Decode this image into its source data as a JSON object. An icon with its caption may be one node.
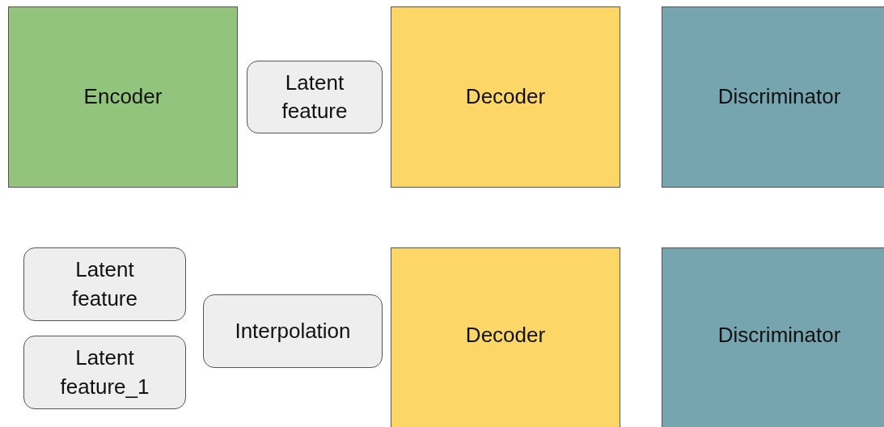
{
  "diagram": {
    "nodes": [
      {
        "text": [
          "Encoder"
        ]
      },
      {
        "text": [
          "Latent feature"
        ]
      },
      {
        "text": [
          "Decoder"
        ]
      },
      {
        "text": [
          "Discriminator"
        ]
      },
      {
        "text": [
          "Latent feature"
        ]
      },
      {
        "text": [
          "Latent feature_1"
        ]
      },
      {
        "text": [
          "Interpolation"
        ]
      },
      {
        "text": [
          "Decoder"
        ]
      },
      {
        "text": [
          "Discriminator"
        ]
      }
    ]
  }
}
